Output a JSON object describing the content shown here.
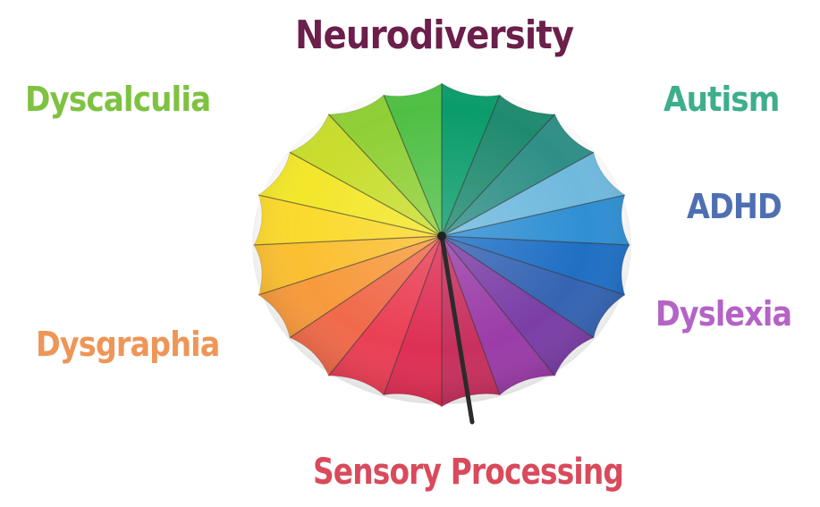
{
  "title": {
    "text": "Neurodiversity",
    "color": "#6b1f4a"
  },
  "labels": {
    "dyscalculia": {
      "text": "Dyscalculia",
      "color": "#7fc241"
    },
    "autism": {
      "text": "Autism",
      "color": "#3fae8c"
    },
    "adhd": {
      "text": "ADHD",
      "color": "#4f6fb3"
    },
    "dyslexia": {
      "text": "Dyslexia",
      "color": "#b463c6"
    },
    "dysgraphia": {
      "text": "Dysgraphia",
      "color": "#ee9657"
    },
    "sensory_processing": {
      "text": "Sensory Processing",
      "color": "#d94a5b"
    }
  },
  "umbrella": {
    "canopy_colors": [
      "#0a9c6a",
      "#1f8a6e",
      "#2e8f86",
      "#6fb9de",
      "#2f8fd3",
      "#1f6fc4",
      "#3564b3",
      "#7b3ea6",
      "#9b3ca8",
      "#c8305e",
      "#de2f54",
      "#ea3f55",
      "#f06a4a",
      "#f79a3c",
      "#fbbf31",
      "#fbd92c",
      "#f3e62a",
      "#c8dd2c",
      "#8fcf35",
      "#4fbf44"
    ],
    "rib_color": "#3a3a3a",
    "shaft_color": "#2b2b2b"
  }
}
